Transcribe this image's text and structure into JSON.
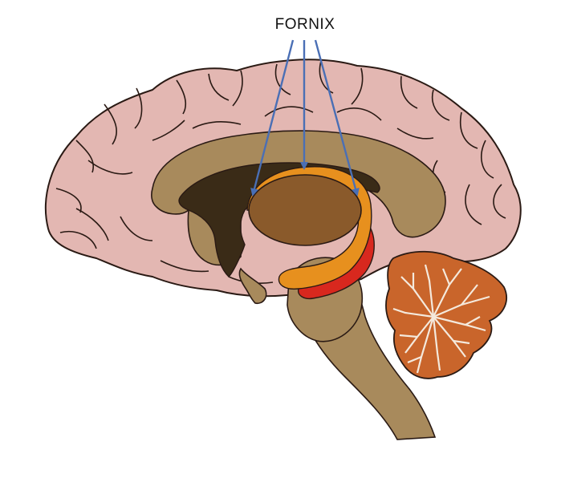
{
  "diagram": {
    "label": "FORNIX",
    "colors": {
      "cortex": "#e3b7b2",
      "outline": "#2a1a14",
      "white_matter": "#a88a5c",
      "ventricle": "#3a2b17",
      "thalamus": "#8a5a2b",
      "fornix": "#e7901e",
      "red_structure": "#d8281e",
      "cerebellum": "#c9652b",
      "cerebellum_tree": "#f4e9dc",
      "arrow": "#4a6fb5"
    },
    "icons": [
      "brain-sagittal-illustration",
      "pointer-arrow"
    ]
  }
}
